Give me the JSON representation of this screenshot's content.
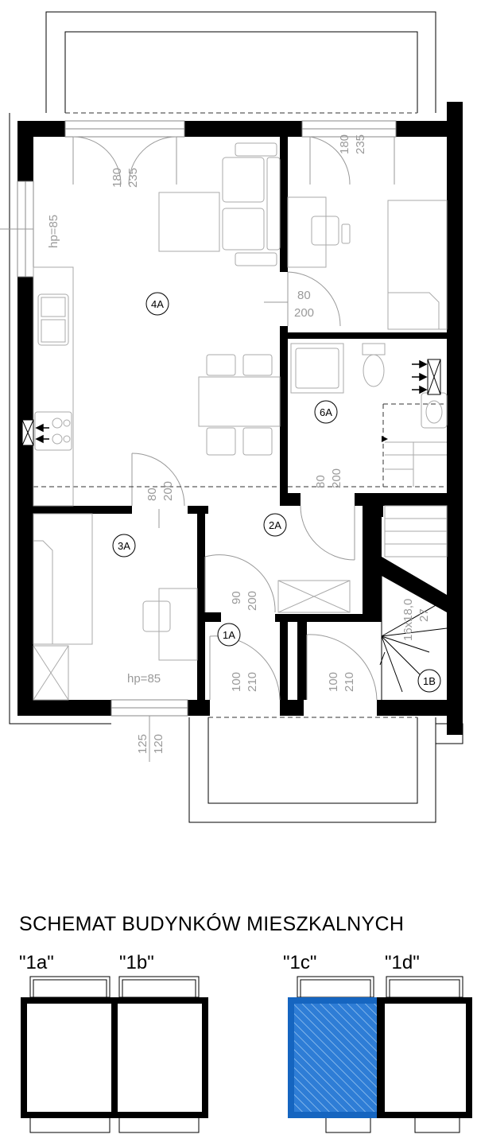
{
  "plan": {
    "rooms": {
      "r4a": "4A",
      "r6a": "6A",
      "r3a": "3A",
      "r2a": "2A",
      "r1a": "1A",
      "r1b": "1B"
    },
    "windows": {
      "w1_w": "180",
      "w1_h": "235",
      "w2_w": "180",
      "w2_h": "235",
      "side_hp": "hp=85",
      "bottom_hp": "hp=85",
      "w3_w": "125",
      "w3_h": "120"
    },
    "doors": {
      "d_bed_w": "80",
      "d_bed_h": "200",
      "d_3a_w": "80",
      "d_3a_h": "200",
      "d_bath_w": "80",
      "d_bath_h": "200",
      "d_1a_w": "90",
      "d_1a_h": "200",
      "d_ent_w": "100",
      "d_ent_h": "210",
      "d_ent2_w": "100",
      "d_ent2_h": "210"
    },
    "stairs": {
      "size": "16x18,0",
      "depth": "27"
    }
  },
  "schema": {
    "title": "SCHEMAT BUDYNKÓW MIESZKALNYCH",
    "buildings": [
      "\"1a\"",
      "\"1b\"",
      "\"1c\"",
      "\"1d\""
    ],
    "highlight_color": "#1565c0",
    "highlight_fill": "#2e7dd6"
  }
}
